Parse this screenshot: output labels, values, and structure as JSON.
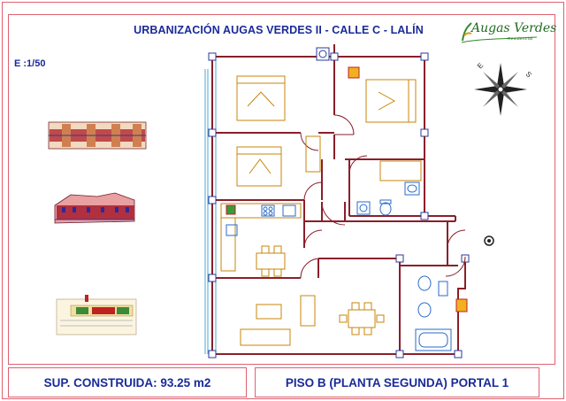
{
  "header": {
    "title": "URBANIZACIÓN AUGAS VERDES II - CALLE C - LALÍN",
    "scale": "E :1/50"
  },
  "logo": {
    "name": "Augas Verdes",
    "tagline": "Residencial"
  },
  "compass": {
    "labels": [
      "E",
      "S"
    ]
  },
  "footer": {
    "area": "SUP. CONSTRUIDA: 93.25 m2",
    "unit": "PISO B (PLANTA SEGUNDA) PORTAL 1"
  },
  "colors": {
    "title": "#1a2a9a",
    "frame": "#e06070",
    "walls": "#8a1f2a",
    "furniture_orange": "#c8860a",
    "fixtures_blue": "#2a6acb",
    "logo_green": "#1f6a1f"
  }
}
